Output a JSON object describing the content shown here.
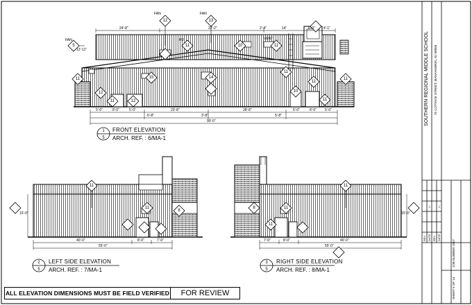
{
  "front": {
    "title": "FRONT ELEVATION",
    "num_top": "1",
    "num_bottom": "5",
    "ref": "ARCH. REF. :  6/MA-1"
  },
  "left": {
    "title": "LEFT SIDE ELEVATION",
    "num_top": "2",
    "num_bottom": "5",
    "ref": "ARCH. REF. :  7/MA-1"
  },
  "right": {
    "title": "RIGHT SIDE ELEVATION",
    "num_top": "3",
    "num_bottom": "5",
    "ref": "ARCH. REF. :  8/MA-1"
  },
  "note": "ALL ELEVATION DIMENSIONS MUST BE FIELD VERIFIED",
  "status": "FOR REVIEW",
  "project": {
    "name": "SOUTHERN REGIONAL MIDDLE SCHOOL",
    "address": "75 COTTAGE STREET, MANAHAWKIN, NJ 08050"
  },
  "revisions": {
    "rev": "REV",
    "date": "DATE",
    "slash": "/ /"
  },
  "sheet_info": {
    "sheet": "SHEET  5  OF  14",
    "job": "JOB NUMBER 1917"
  },
  "dims": {
    "f1": "24'-8\"",
    "f2": "22'-2\"",
    "f3": "2'-4\"",
    "f4": "14'",
    "f5": "8'-0\"",
    "f6": "4'-1\"",
    "f7": "5'-0\"",
    "f8": "8'-0\"",
    "f9": "5'-0\"",
    "f10": "23'-8\"",
    "f11": "28'-8\"",
    "f12": "5'-0\"",
    "f13": "8'-0\"",
    "f14": "5'-0\"",
    "f15": "6'-8\"",
    "f16": "3'-8\"",
    "f17": "5'-8\"",
    "f18": "90'-0\"",
    "f19": "12'-11\"",
    "l1": "40'-0\"",
    "l2": "8'-0\"",
    "l3": "7'-0\"",
    "l4": "55'-0\"",
    "l5": "15'-0\"",
    "r1": "7'-0\"",
    "r2": "8'-0\"",
    "r3": "40'-0\"",
    "r4": "55'-0\"",
    "r5": "15'-0\""
  },
  "tags": {
    "fan": "FAN",
    "hv": "HV",
    "vent": "VENT"
  },
  "callouts": [
    "12",
    "13",
    "5",
    "11",
    "10",
    "11",
    "11",
    "15",
    "14",
    "11",
    "11",
    "12",
    "11",
    "12",
    "10",
    "11",
    "11",
    "11",
    "11",
    "8",
    "11",
    "11",
    "8",
    "11"
  ]
}
